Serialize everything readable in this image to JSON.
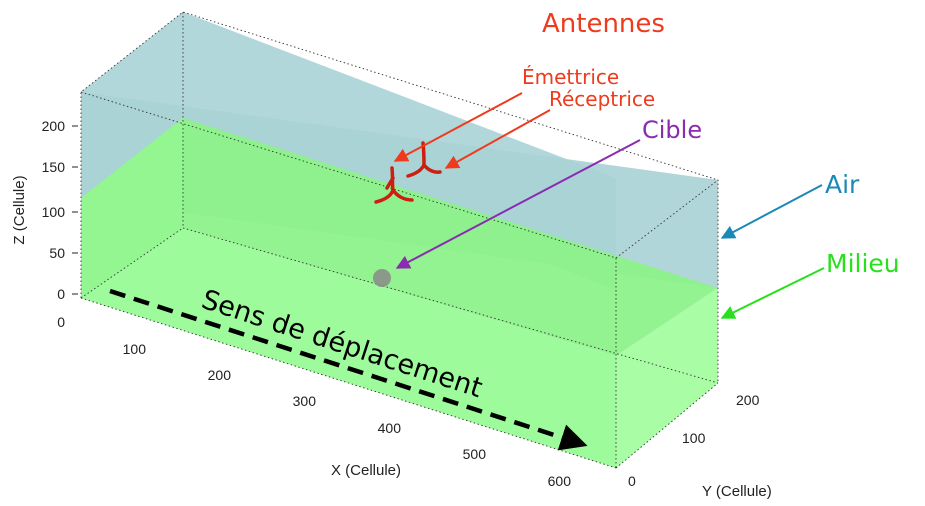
{
  "diagram": {
    "axes": {
      "z_label": "Z (Cellule)",
      "x_label": "X (Cellule)",
      "y_label": "Y (Cellule)",
      "z_ticks": [
        "0",
        "50",
        "100",
        "150",
        "200"
      ],
      "x_ticks": [
        "0",
        "100",
        "200",
        "300",
        "400",
        "500",
        "600"
      ],
      "y_ticks": [
        "0",
        "100",
        "200"
      ]
    },
    "labels": {
      "antennes": "Antennes",
      "emettrice": "Émettrice",
      "receptrice": "Réceptrice",
      "cible": "Cible",
      "air": "Air",
      "milieu": "Milieu",
      "sens": "Sens de déplacement"
    },
    "colors": {
      "air": "#a9d3d6",
      "milieu": "#9efb9b",
      "antenna_label": "#ee3b1e",
      "antenna": "#cc1f10",
      "cible": "#8a2bb0",
      "air_arrow": "#1b89b5",
      "milieu_arrow": "#28e01c"
    }
  }
}
